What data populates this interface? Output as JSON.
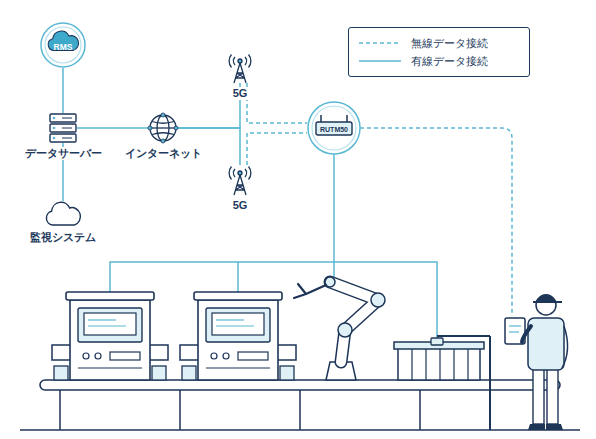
{
  "diagram": {
    "nodes": [
      {
        "text": [
          "RMS"
        ]
      },
      {
        "text": [
          "データサーバー"
        ]
      },
      {
        "text": [
          "監視システム"
        ]
      },
      {
        "text": [
          "インターネット"
        ]
      },
      {
        "text": [
          "5G"
        ]
      },
      {
        "text": [
          "5G"
        ]
      },
      {
        "text": [
          "RUTM50"
        ]
      }
    ],
    "edges": [
      {
        "from": 0,
        "to": 1,
        "arrow": "none"
      },
      {
        "from": 1,
        "to": 2,
        "arrow": "none"
      },
      {
        "from": 1,
        "to": 3,
        "arrow": "none"
      },
      {
        "from": 3,
        "to": 4,
        "arrow": "none"
      },
      {
        "from": 3,
        "to": 5,
        "arrow": "none"
      },
      {
        "from": 4,
        "to": 6,
        "arrow": "none"
      },
      {
        "from": 5,
        "to": 6,
        "arrow": "none"
      }
    ],
    "legend": [
      {
        "text": "無線データ接続"
      },
      {
        "text": "有線データ接続"
      }
    ]
  }
}
